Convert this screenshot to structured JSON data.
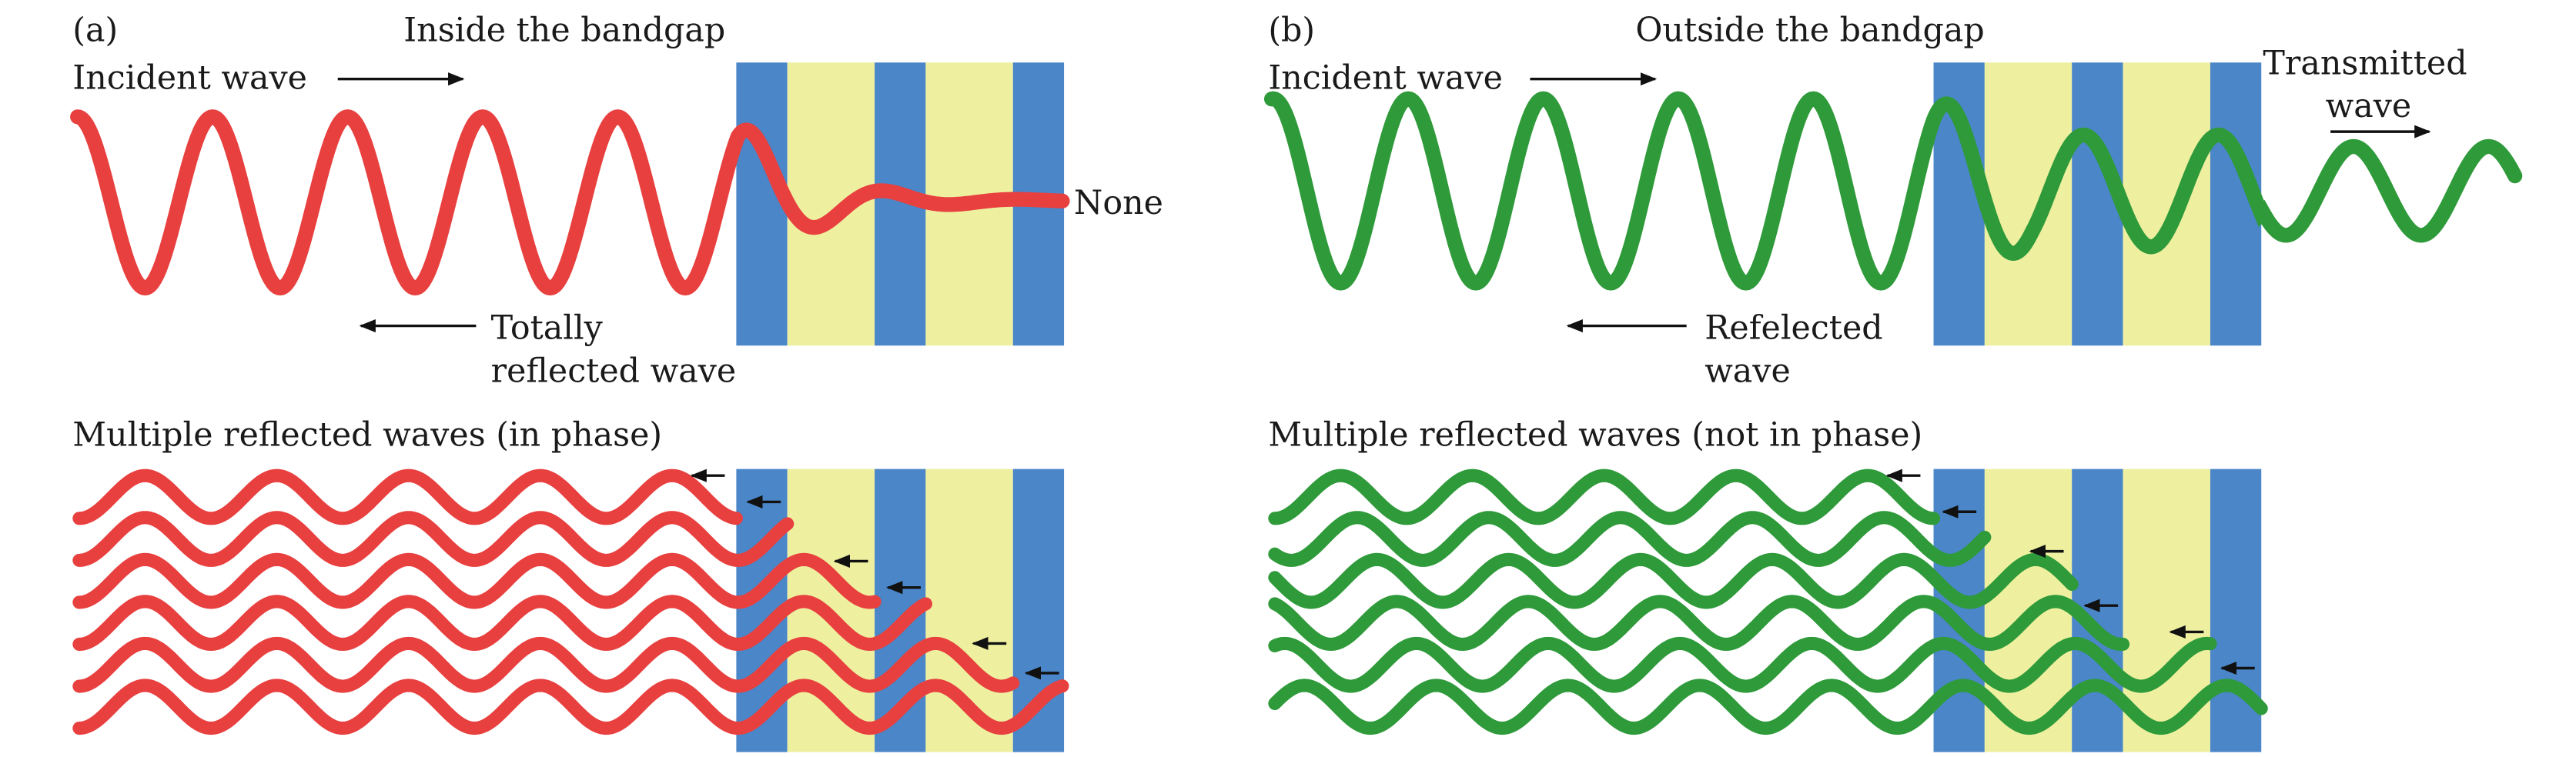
{
  "panel_a": {
    "tag": "(a)",
    "title": "Inside the bandgap",
    "incident_label": "Incident wave",
    "end_label": "None",
    "reflected_label_line1": "Totally",
    "reflected_label_line2": "reflected wave",
    "multi_title": "Multiple reflected waves (in phase)"
  },
  "panel_b": {
    "tag": "(b)",
    "title": "Outside the bandgap",
    "incident_label": "Incident wave",
    "transmitted_label_line1": "Transmitted",
    "transmitted_label_line2": "wave",
    "reflected_label_line1": "Refelected",
    "reflected_label_line2": "wave",
    "multi_title": "Multiple reflected waves (not in phase)"
  },
  "colors": {
    "wave_a": "#e8403f",
    "wave_b": "#2f9a3a",
    "layer_blue": "#4a86c8",
    "layer_yellow": "#eef0a0",
    "arrow": "#111111"
  }
}
